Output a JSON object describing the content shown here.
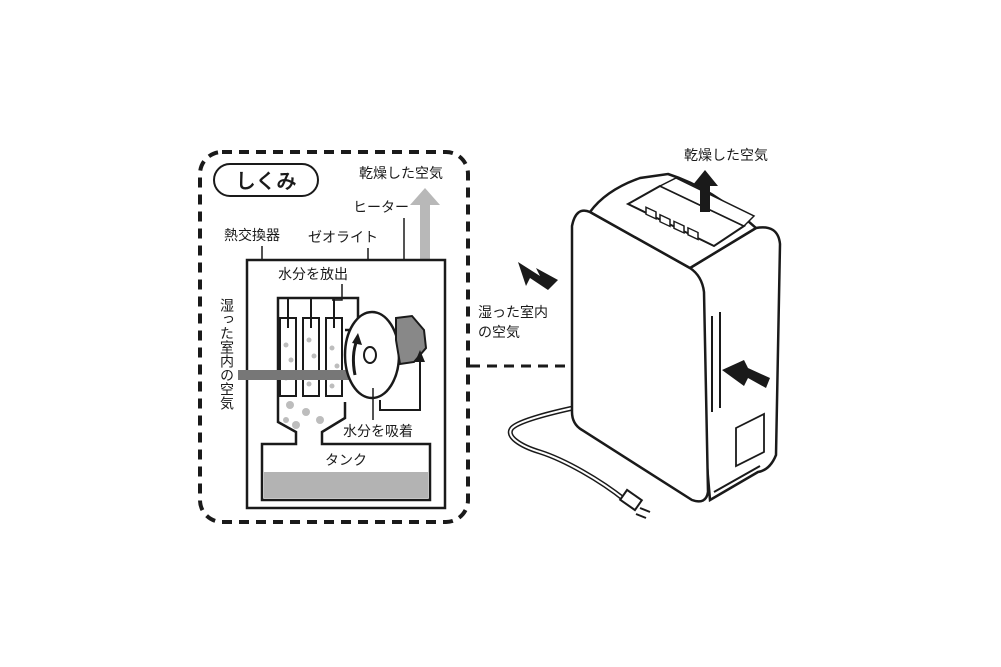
{
  "mechanism": {
    "title": "しくみ",
    "dry_air": "乾燥した空気",
    "heater": "ヒーター",
    "zeolite": "ゼオライト",
    "heat_exchanger": "熱交換器",
    "water_release": "水分を放出",
    "humid_air_vertical": "湿った室内の空気",
    "water_absorb": "水分を吸着",
    "tank": "タンク"
  },
  "unit": {
    "dry_air": "乾燥した空気",
    "humid_air_line1": "湿った室内",
    "humid_air_line2": "の空気"
  }
}
